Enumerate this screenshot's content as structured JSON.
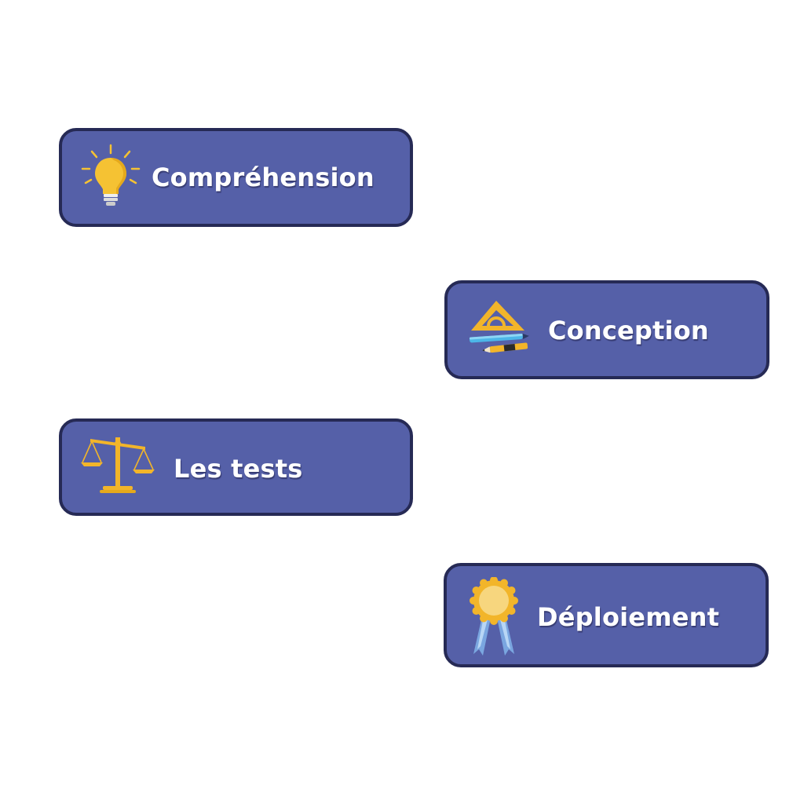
{
  "steps": [
    {
      "label": "Compréhension",
      "icon": "lightbulb-icon"
    },
    {
      "label": "Conception",
      "icon": "drafting-tools-icon"
    },
    {
      "label": "Les tests",
      "icon": "balance-scale-icon"
    },
    {
      "label": "Déploiement",
      "icon": "award-ribbon-icon"
    }
  ],
  "colors": {
    "box_fill": "#5560a8",
    "box_border": "#262a55",
    "text": "#ffffff",
    "icon_accent": "#f5c233"
  }
}
